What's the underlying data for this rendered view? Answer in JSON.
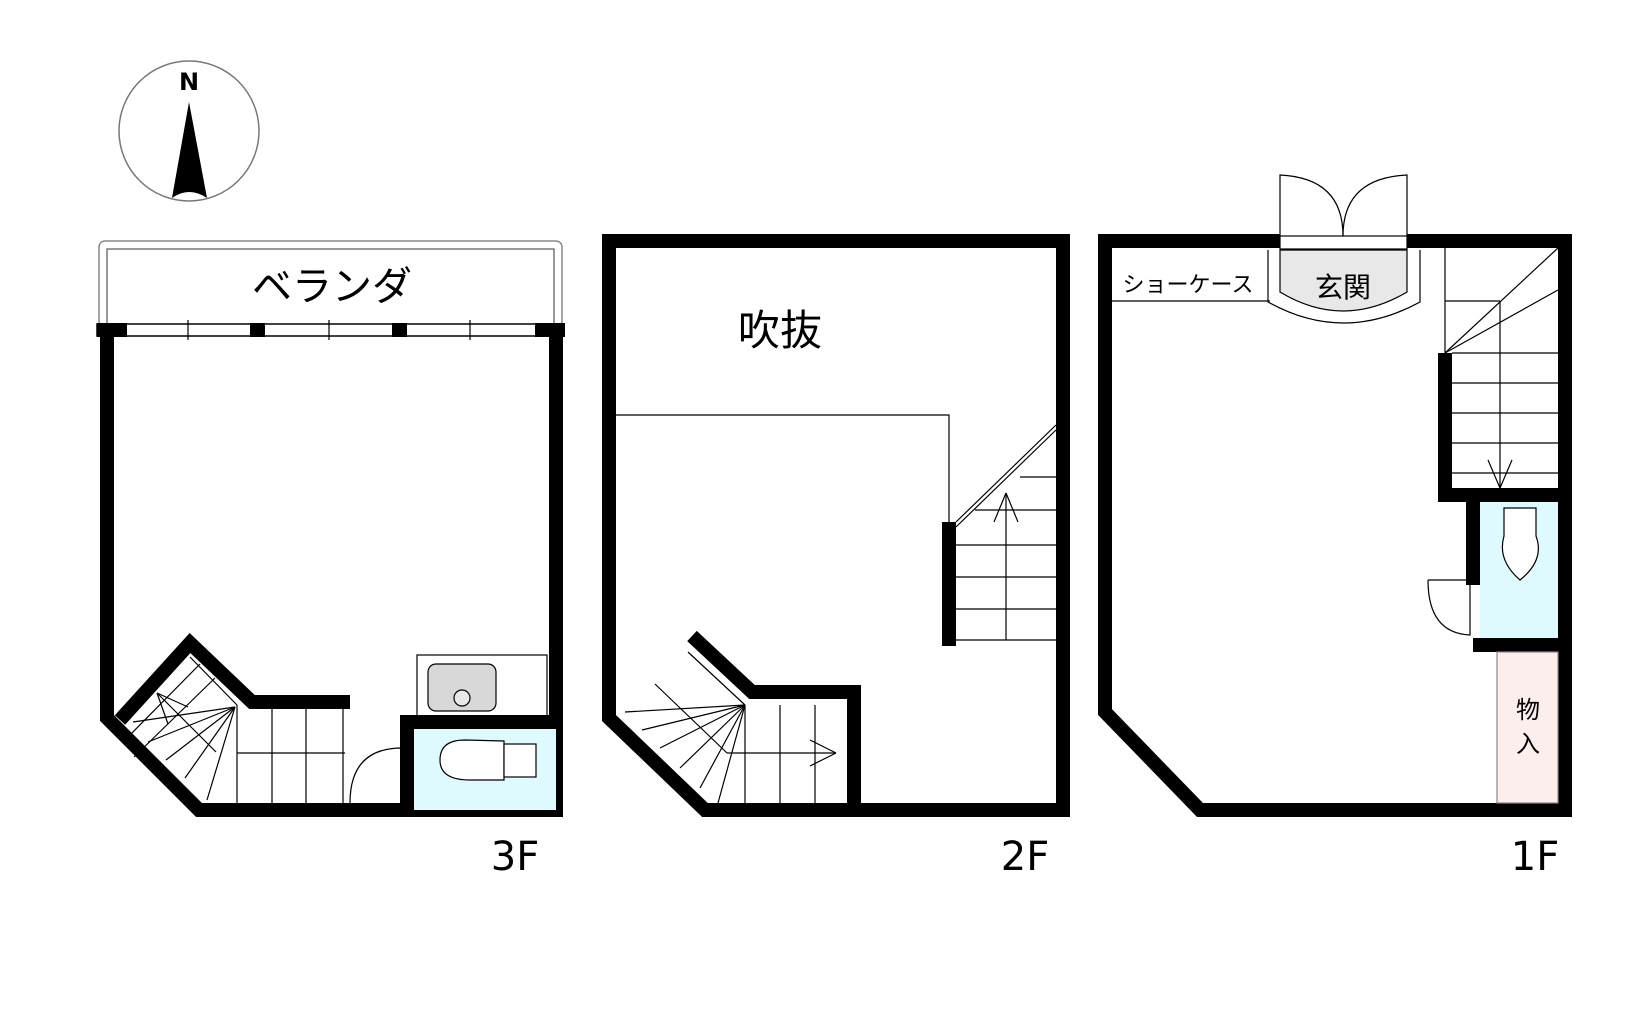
{
  "compass": {
    "label": "N"
  },
  "floors": [
    {
      "id": "3F",
      "label": "3F",
      "rooms": {
        "veranda": "ベランダ"
      }
    },
    {
      "id": "2F",
      "label": "2F",
      "rooms": {
        "void": "吹抜"
      }
    },
    {
      "id": "1F",
      "label": "1F",
      "rooms": {
        "showcase": "ショーケース",
        "entrance": "玄関",
        "storage_1": "物",
        "storage_2": "入"
      }
    }
  ],
  "colors": {
    "wall": "#000000",
    "toilet_fill": "#dffaff",
    "storage_fill": "#fdeeee",
    "entrance_fill": "#e8e8e8",
    "sink_fill": "#d8d8d8"
  }
}
